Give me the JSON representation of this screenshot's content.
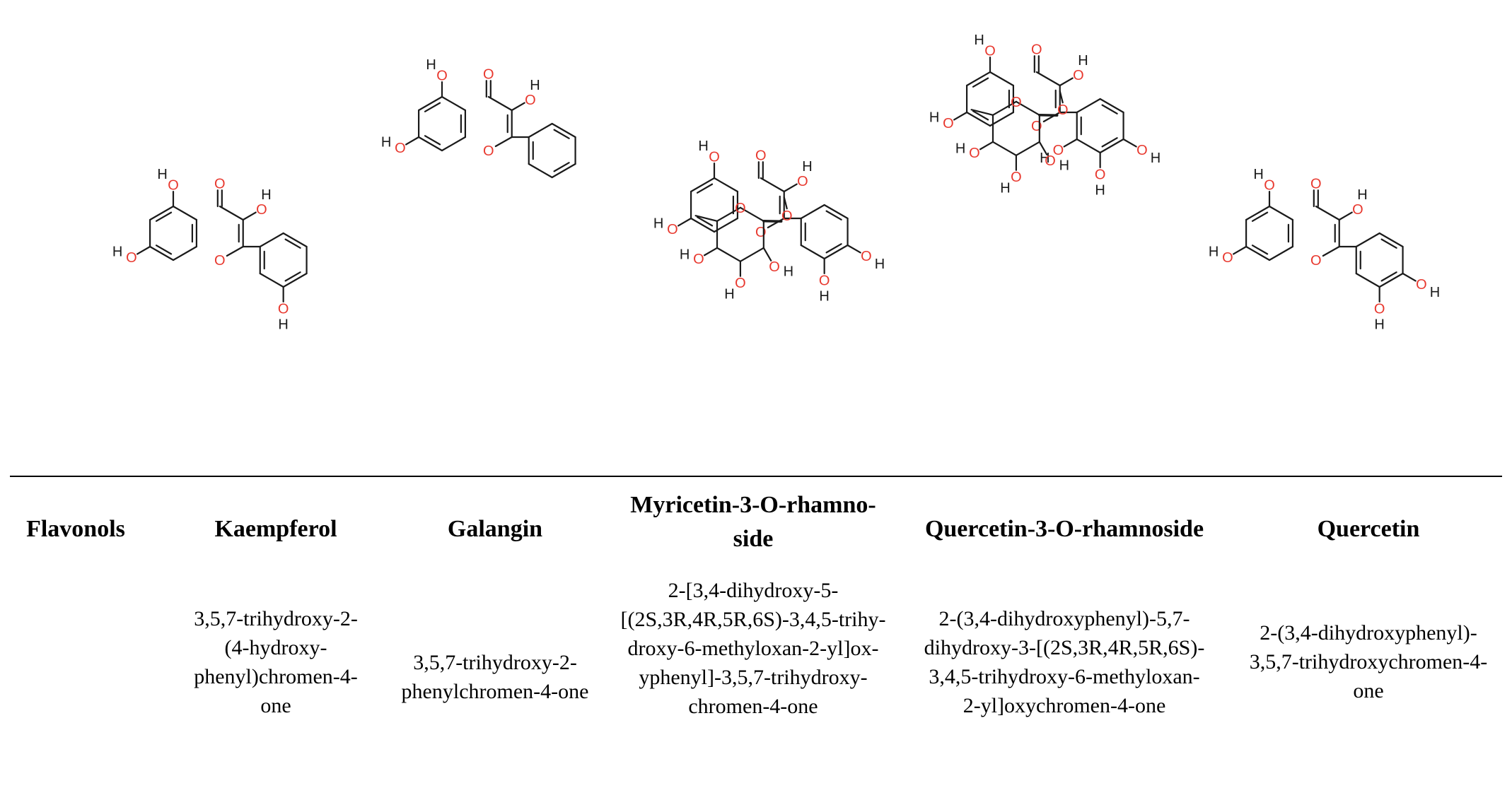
{
  "atom_colors": {
    "heteroatom": "#e8382e",
    "bond": "#1a1a1a"
  },
  "atom_labels": {
    "o": "O",
    "h": "H"
  },
  "table": {
    "row_header": "Flavonols",
    "columns": [
      {
        "name": "Kaempferol",
        "iupac": [
          "3,5,7-trihydroxy-2-",
          "(4-hydroxy-",
          "phenyl)chromen-4-",
          "one"
        ]
      },
      {
        "name": "Galangin",
        "iupac": [
          "3,5,7-trihydroxy-2-",
          "phenylchromen-4-one"
        ]
      },
      {
        "name_lines": [
          "Myricetin-3-O-rhamno-",
          "side"
        ],
        "iupac": [
          "2-[3,4-dihydroxy-5-",
          "[(2S,3R,4R,5R,6S)-3,4,5-trihy-",
          "droxy-6-methyloxan-2-yl]ox-",
          "yphenyl]-3,5,7-trihydroxy-",
          "chromen-4-one"
        ]
      },
      {
        "name": "Quercetin-3-O-rhamnoside",
        "iupac": [
          "2-(3,4-dihydroxyphenyl)-5,7-",
          "dihydroxy-3-[(2S,3R,4R,5R,6S)-",
          "3,4,5-trihydroxy-6-methyloxan-",
          "2-yl]oxychromen-4-one"
        ]
      },
      {
        "name": "Quercetin",
        "iupac": [
          "2-(3,4-dihydroxyphenyl)-",
          "3,5,7-trihydroxychromen-4-",
          "one"
        ]
      }
    ]
  }
}
